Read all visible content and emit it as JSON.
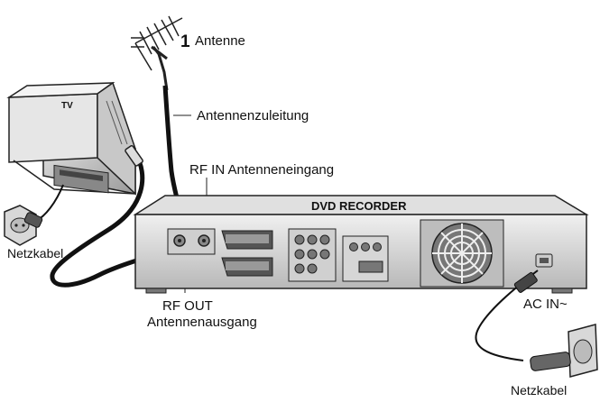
{
  "labels": {
    "step_number": "1",
    "antenna": "Antenne",
    "antenna_cable": "Antennenzuleitung",
    "rf_in": "RF IN Antenneneingang",
    "recorder_title": "DVD RECORDER",
    "tv": "TV",
    "power_cable_left": "Netzkabel",
    "rf_out_line1": "RF OUT",
    "rf_out_line2": "Antennenausgang",
    "ac_in": "AC IN~",
    "power_cable_right": "Netzkabel"
  }
}
